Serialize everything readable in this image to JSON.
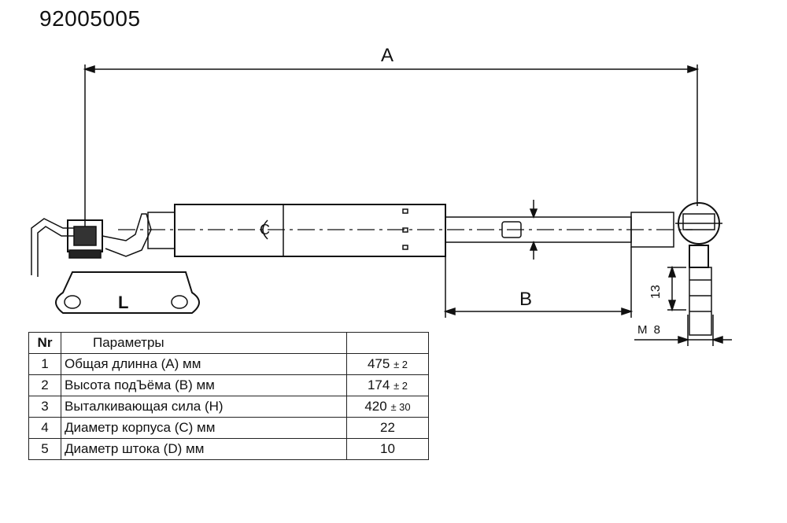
{
  "part_number": "92005005",
  "drawing": {
    "dim_a": "A",
    "dim_b": "B",
    "dim_c": "C",
    "dim_13": "13",
    "thread": "M 8",
    "bracket_side": "L"
  },
  "table": {
    "header_nr": "Nr",
    "header_params": "Параметры",
    "rows": [
      {
        "nr": "1",
        "name": "Общая длинна (A) мм",
        "value": "475",
        "tol": "± 2"
      },
      {
        "nr": "2",
        "name": "Высота подЪёма (B) мм",
        "value": "174",
        "tol": "± 2"
      },
      {
        "nr": "3",
        "name": "Выталкивающая сила (H)",
        "value": "420",
        "tol": "± 30"
      },
      {
        "nr": "4",
        "name": "Диаметр корпуса (C) мм",
        "value": "22",
        "tol": ""
      },
      {
        "nr": "5",
        "name": "Диаметр штока (D) мм",
        "value": "10",
        "tol": ""
      }
    ]
  }
}
